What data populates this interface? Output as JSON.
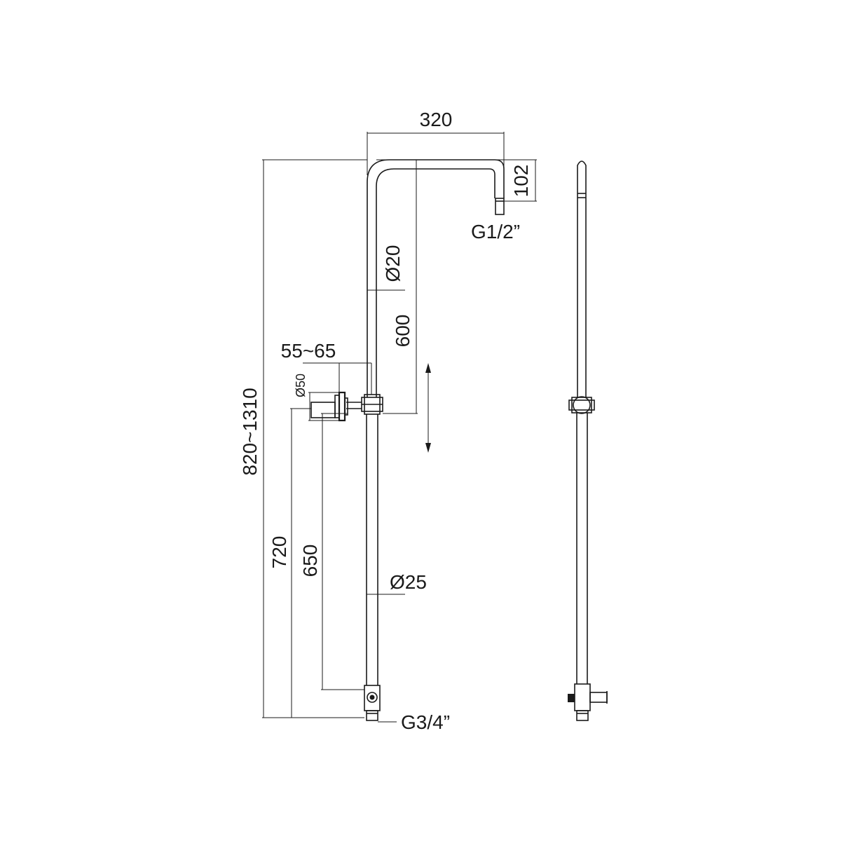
{
  "dimensions": {
    "arm_length": "320",
    "outlet_drop": "102",
    "outlet_thread": "G1/2”",
    "upper_pipe_diameter": "Ø20",
    "slide_travel": "600",
    "wall_offset": "55~65",
    "flange_diameter": "Ø50",
    "total_height": "820~1310",
    "bracket_height": "720",
    "bracket_to_inlet": "650",
    "lower_pipe_diameter": "Ø25",
    "inlet_thread": "G3/4”"
  },
  "colors": {
    "line": "#1a1a1a",
    "background": "#ffffff"
  }
}
